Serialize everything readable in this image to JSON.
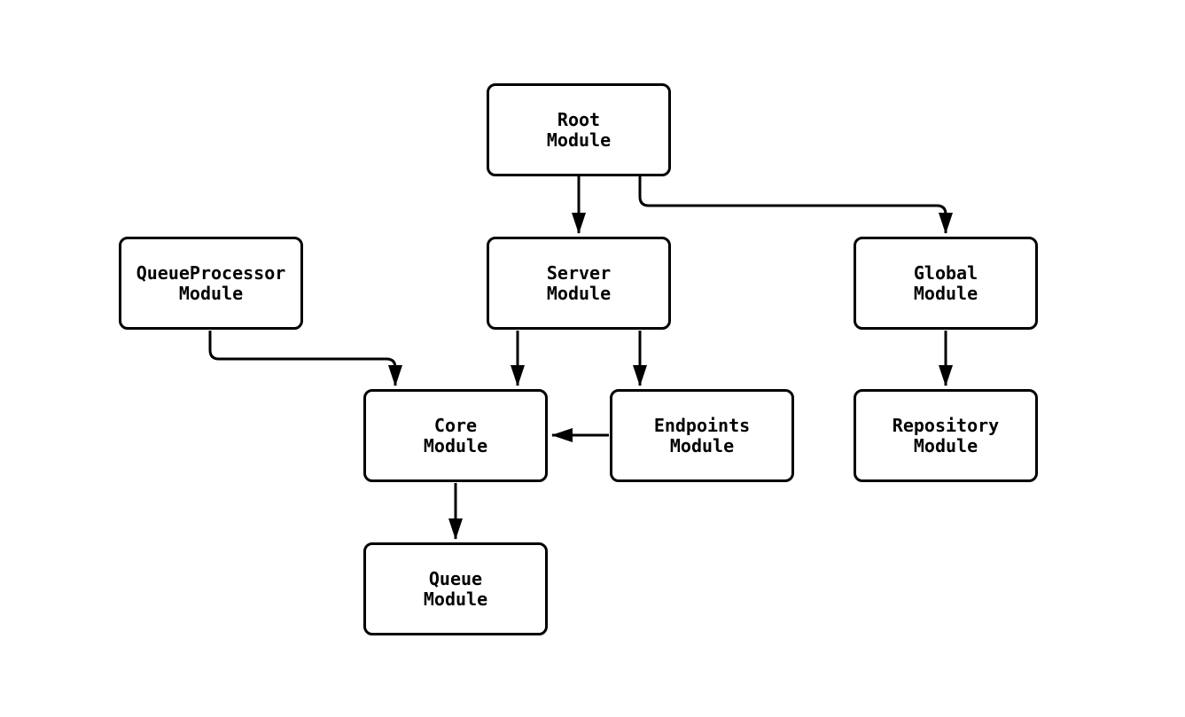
{
  "diagram": {
    "type": "flowchart",
    "background_color": "#ffffff",
    "node_fill_color": "#ffffff",
    "node_border_color": "#000000",
    "edge_color": "#000000",
    "text_color": "#000000",
    "nodes": [
      {
        "id": "root",
        "label": "Root\nModule"
      },
      {
        "id": "queueprocessor",
        "label": "QueueProcessor\nModule"
      },
      {
        "id": "server",
        "label": "Server\nModule"
      },
      {
        "id": "global",
        "label": "Global\nModule"
      },
      {
        "id": "core",
        "label": "Core\nModule"
      },
      {
        "id": "endpoints",
        "label": "Endpoints\nModule"
      },
      {
        "id": "repository",
        "label": "Repository\nModule"
      },
      {
        "id": "queue",
        "label": "Queue\nModule"
      }
    ],
    "edges": [
      {
        "from": "root",
        "to": "server",
        "style": "arrow"
      },
      {
        "from": "root",
        "to": "global",
        "style": "arrow"
      },
      {
        "from": "queueprocessor",
        "to": "core",
        "style": "arrow"
      },
      {
        "from": "server",
        "to": "core",
        "style": "arrow"
      },
      {
        "from": "server",
        "to": "endpoints",
        "style": "arrow"
      },
      {
        "from": "endpoints",
        "to": "core",
        "style": "arrow"
      },
      {
        "from": "global",
        "to": "repository",
        "style": "arrow"
      },
      {
        "from": "core",
        "to": "queue",
        "style": "arrow"
      }
    ]
  }
}
